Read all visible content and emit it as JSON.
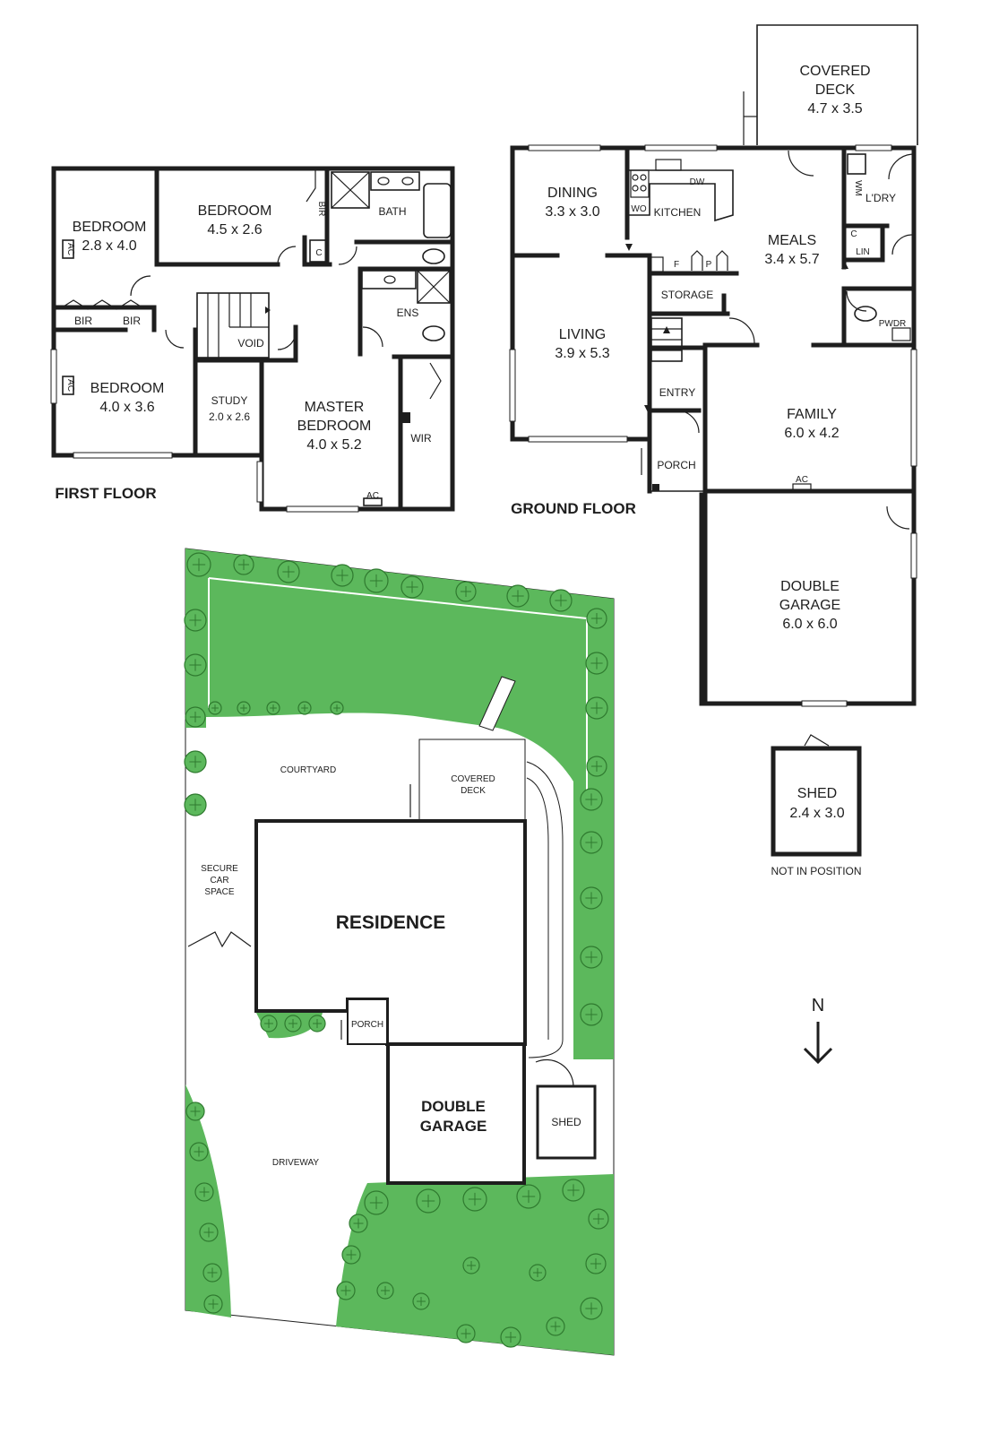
{
  "first_floor": {
    "title": "FIRST FLOOR",
    "bedroom1": {
      "name": "BEDROOM",
      "size": "2.8 x 4.0"
    },
    "bedroom2": {
      "name": "BEDROOM",
      "size": "4.5 x 2.6"
    },
    "bedroom3": {
      "name": "BEDROOM",
      "size": "4.0 x 3.6"
    },
    "master": {
      "name1": "MASTER",
      "name2": "BEDROOM",
      "size": "4.0 x 5.2"
    },
    "study": {
      "name": "STUDY",
      "size": "2.0 x 2.6"
    },
    "bath": "BATH",
    "ens": "ENS",
    "wir": "WIR",
    "void": "VOID",
    "bir": "BIR",
    "c": "C",
    "ac": "AC"
  },
  "ground_floor": {
    "title": "GROUND FLOOR",
    "covered_deck": {
      "name1": "COVERED",
      "name2": "DECK",
      "size": "4.7 x 3.5"
    },
    "dining": {
      "name": "DINING",
      "size": "3.3 x 3.0"
    },
    "living": {
      "name": "LIVING",
      "size": "3.9 x 5.3"
    },
    "meals": {
      "name": "MEALS",
      "size": "3.4 x 5.7"
    },
    "family": {
      "name": "FAMILY",
      "size": "6.0 x 4.2"
    },
    "garage": {
      "name1": "DOUBLE",
      "name2": "GARAGE",
      "size": "6.0 x 6.0"
    },
    "kitchen": "KITCHEN",
    "storage": "STORAGE",
    "entry": "ENTRY",
    "porch": "PORCH",
    "laundry": "L'DRY",
    "powder": "PWDR",
    "linen": "LIN",
    "wm": "WM",
    "dw": "DW",
    "wo": "WO",
    "f": "F",
    "p": "P",
    "c": "C",
    "ac": "AC"
  },
  "shed": {
    "name": "SHED",
    "size": "2.4 x 3.0",
    "note": "NOT IN POSITION"
  },
  "site": {
    "courtyard": "COURTYARD",
    "covered_deck1": "COVERED",
    "covered_deck2": "DECK",
    "secure1": "SECURE",
    "secure2": "CAR",
    "secure3": "SPACE",
    "residence": "RESIDENCE",
    "porch": "PORCH",
    "garage1": "DOUBLE",
    "garage2": "GARAGE",
    "shed": "SHED",
    "driveway": "DRIVEWAY"
  },
  "north": {
    "label": "N"
  },
  "colors": {
    "lawn": "#5cb85c",
    "wall": "#1e1e1e"
  }
}
